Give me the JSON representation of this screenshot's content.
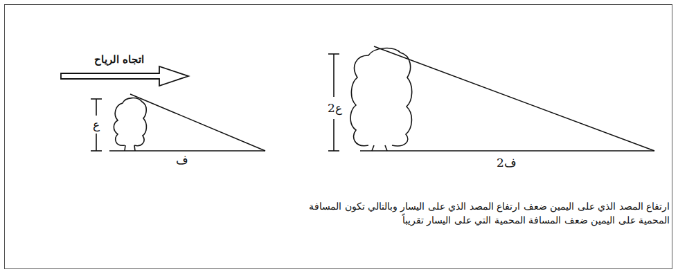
{
  "diagram": {
    "caption": "ارتفاع المصد الذي على اليمين ضعف ارتفاع المصد الذي على اليسار وبالتالي تكون المسافة المحمية على اليمين ضعف المسافة المحمية التي على اليسار تقريباً",
    "labels": [
      "اتجاه الرياح",
      "ع",
      "ف",
      "2ع",
      "2ف"
    ]
  }
}
